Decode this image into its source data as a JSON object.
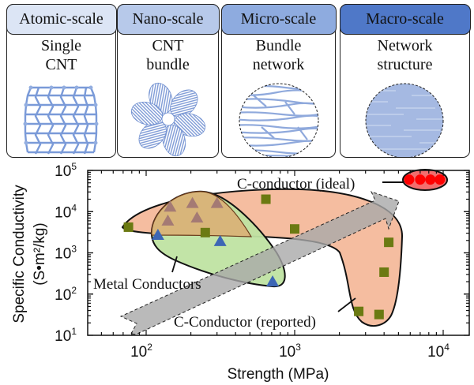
{
  "panels": [
    {
      "header": "Atomic-scale",
      "line1": "Single",
      "line2": "CNT",
      "header_color": "#dce5f5",
      "illustration": "single-cnt-icon"
    },
    {
      "header": "Nano-scale",
      "line1": "CNT",
      "line2": "bundle",
      "header_color": "#b7c9ea",
      "illustration": "cnt-bundle-icon"
    },
    {
      "header": "Micro-scale",
      "line1": "Bundle",
      "line2": "network",
      "header_color": "#8eabdf",
      "illustration": "bundle-network-icon"
    },
    {
      "header": "Macro-scale",
      "line1": "Network",
      "line2": "structure",
      "header_color": "#4f78c8",
      "illustration": "network-structure-icon"
    }
  ],
  "chart_data": {
    "type": "scatter",
    "xscale": "log",
    "yscale": "log",
    "xlabel": "Strength (MPa)",
    "ylabel_line1": "Specific Conductivity",
    "ylabel_line2": "(S•m²/kg)",
    "xlim": [
      40,
      15000
    ],
    "ylim": [
      10,
      100000
    ],
    "xticks": [
      {
        "value": 100,
        "base": "10",
        "exp": "2"
      },
      {
        "value": 1000,
        "base": "10",
        "exp": "3"
      },
      {
        "value": 10000,
        "base": "10",
        "exp": "4"
      }
    ],
    "yticks": [
      {
        "value": 10,
        "base": "10",
        "exp": "1"
      },
      {
        "value": 100,
        "base": "10",
        "exp": "2"
      },
      {
        "value": 1000,
        "base": "10",
        "exp": "3"
      },
      {
        "value": 10000,
        "base": "10",
        "exp": "4"
      },
      {
        "value": 100000,
        "base": "10",
        "exp": "5"
      }
    ],
    "grid": false,
    "series": [
      {
        "name": "C-conductor (reported)",
        "marker": "square",
        "color": "#6b7a12",
        "points": [
          [
            76,
            4200
          ],
          [
            250,
            3100
          ],
          [
            640,
            20000
          ],
          [
            1000,
            3800
          ],
          [
            4300,
            1800
          ],
          [
            4000,
            340
          ],
          [
            2700,
            38
          ],
          [
            3700,
            32
          ]
        ]
      },
      {
        "name": "Metal conductors (overlap)",
        "marker": "triangle",
        "color": "#a47a74",
        "points": [
          [
            145,
            13000
          ],
          [
            205,
            16000
          ],
          [
            220,
            7100
          ],
          [
            140,
            6000
          ],
          [
            300,
            16000
          ]
        ]
      },
      {
        "name": "Metal conductors",
        "marker": "triangle",
        "color": "#3d66b5",
        "points": [
          [
            120,
            2700
          ],
          [
            315,
            1900
          ],
          [
            710,
            200
          ]
        ]
      },
      {
        "name": "C-conductor (ideal)",
        "marker": "circle",
        "color": "#ff0000",
        "points": [
          [
            5900,
            60000
          ],
          [
            7000,
            60000
          ],
          [
            8200,
            60000
          ],
          [
            9500,
            60000
          ]
        ]
      }
    ],
    "regions": [
      {
        "name": "C-conductor region",
        "color": "#f4a98a"
      },
      {
        "name": "Metal conductor region",
        "color": "#b9e29a"
      },
      {
        "name": "Ideal region",
        "color": "#f36d6d"
      },
      {
        "name": "Trend arrow",
        "color": "#b3b3b3"
      }
    ],
    "annotations": {
      "ideal": "C-conductor (ideal)",
      "metal": "Metal Conductors",
      "reported": "C-Conductor (reported)"
    }
  }
}
